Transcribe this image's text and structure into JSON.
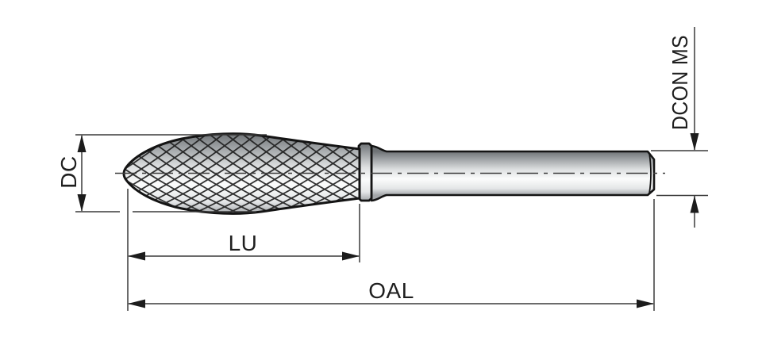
{
  "drawing": {
    "type": "technical-dimension-drawing",
    "labels": {
      "dc": "DC",
      "lu": "LU",
      "oal": "OAL",
      "dcon_ms": "DCON MS"
    },
    "colors": {
      "background": "#ffffff",
      "outline_ink": "#141414",
      "dimension_line": "#3a3a3a",
      "arrow_fill": "#1c1c1c",
      "metal_dark": "#6e7275",
      "metal_light": "#fbfcfc"
    }
  }
}
